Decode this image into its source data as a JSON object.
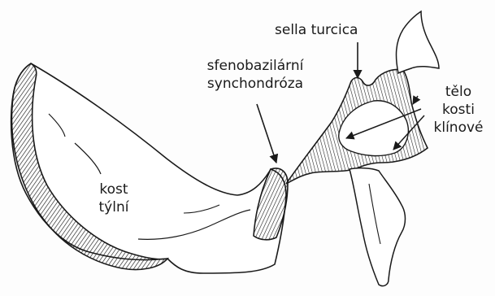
{
  "labels": {
    "sella": "sella turcica",
    "sfeno_line1": "sfenobazilární",
    "sfeno_line2": "synchondróza",
    "telo_line1": "tělo",
    "telo_line2": "kosti",
    "telo_line3": "klínové",
    "kost_line1": "kost",
    "kost_line2": "týlní"
  },
  "colors": {
    "ink": "#1a1a1a",
    "paper": "#fdfdfd"
  }
}
